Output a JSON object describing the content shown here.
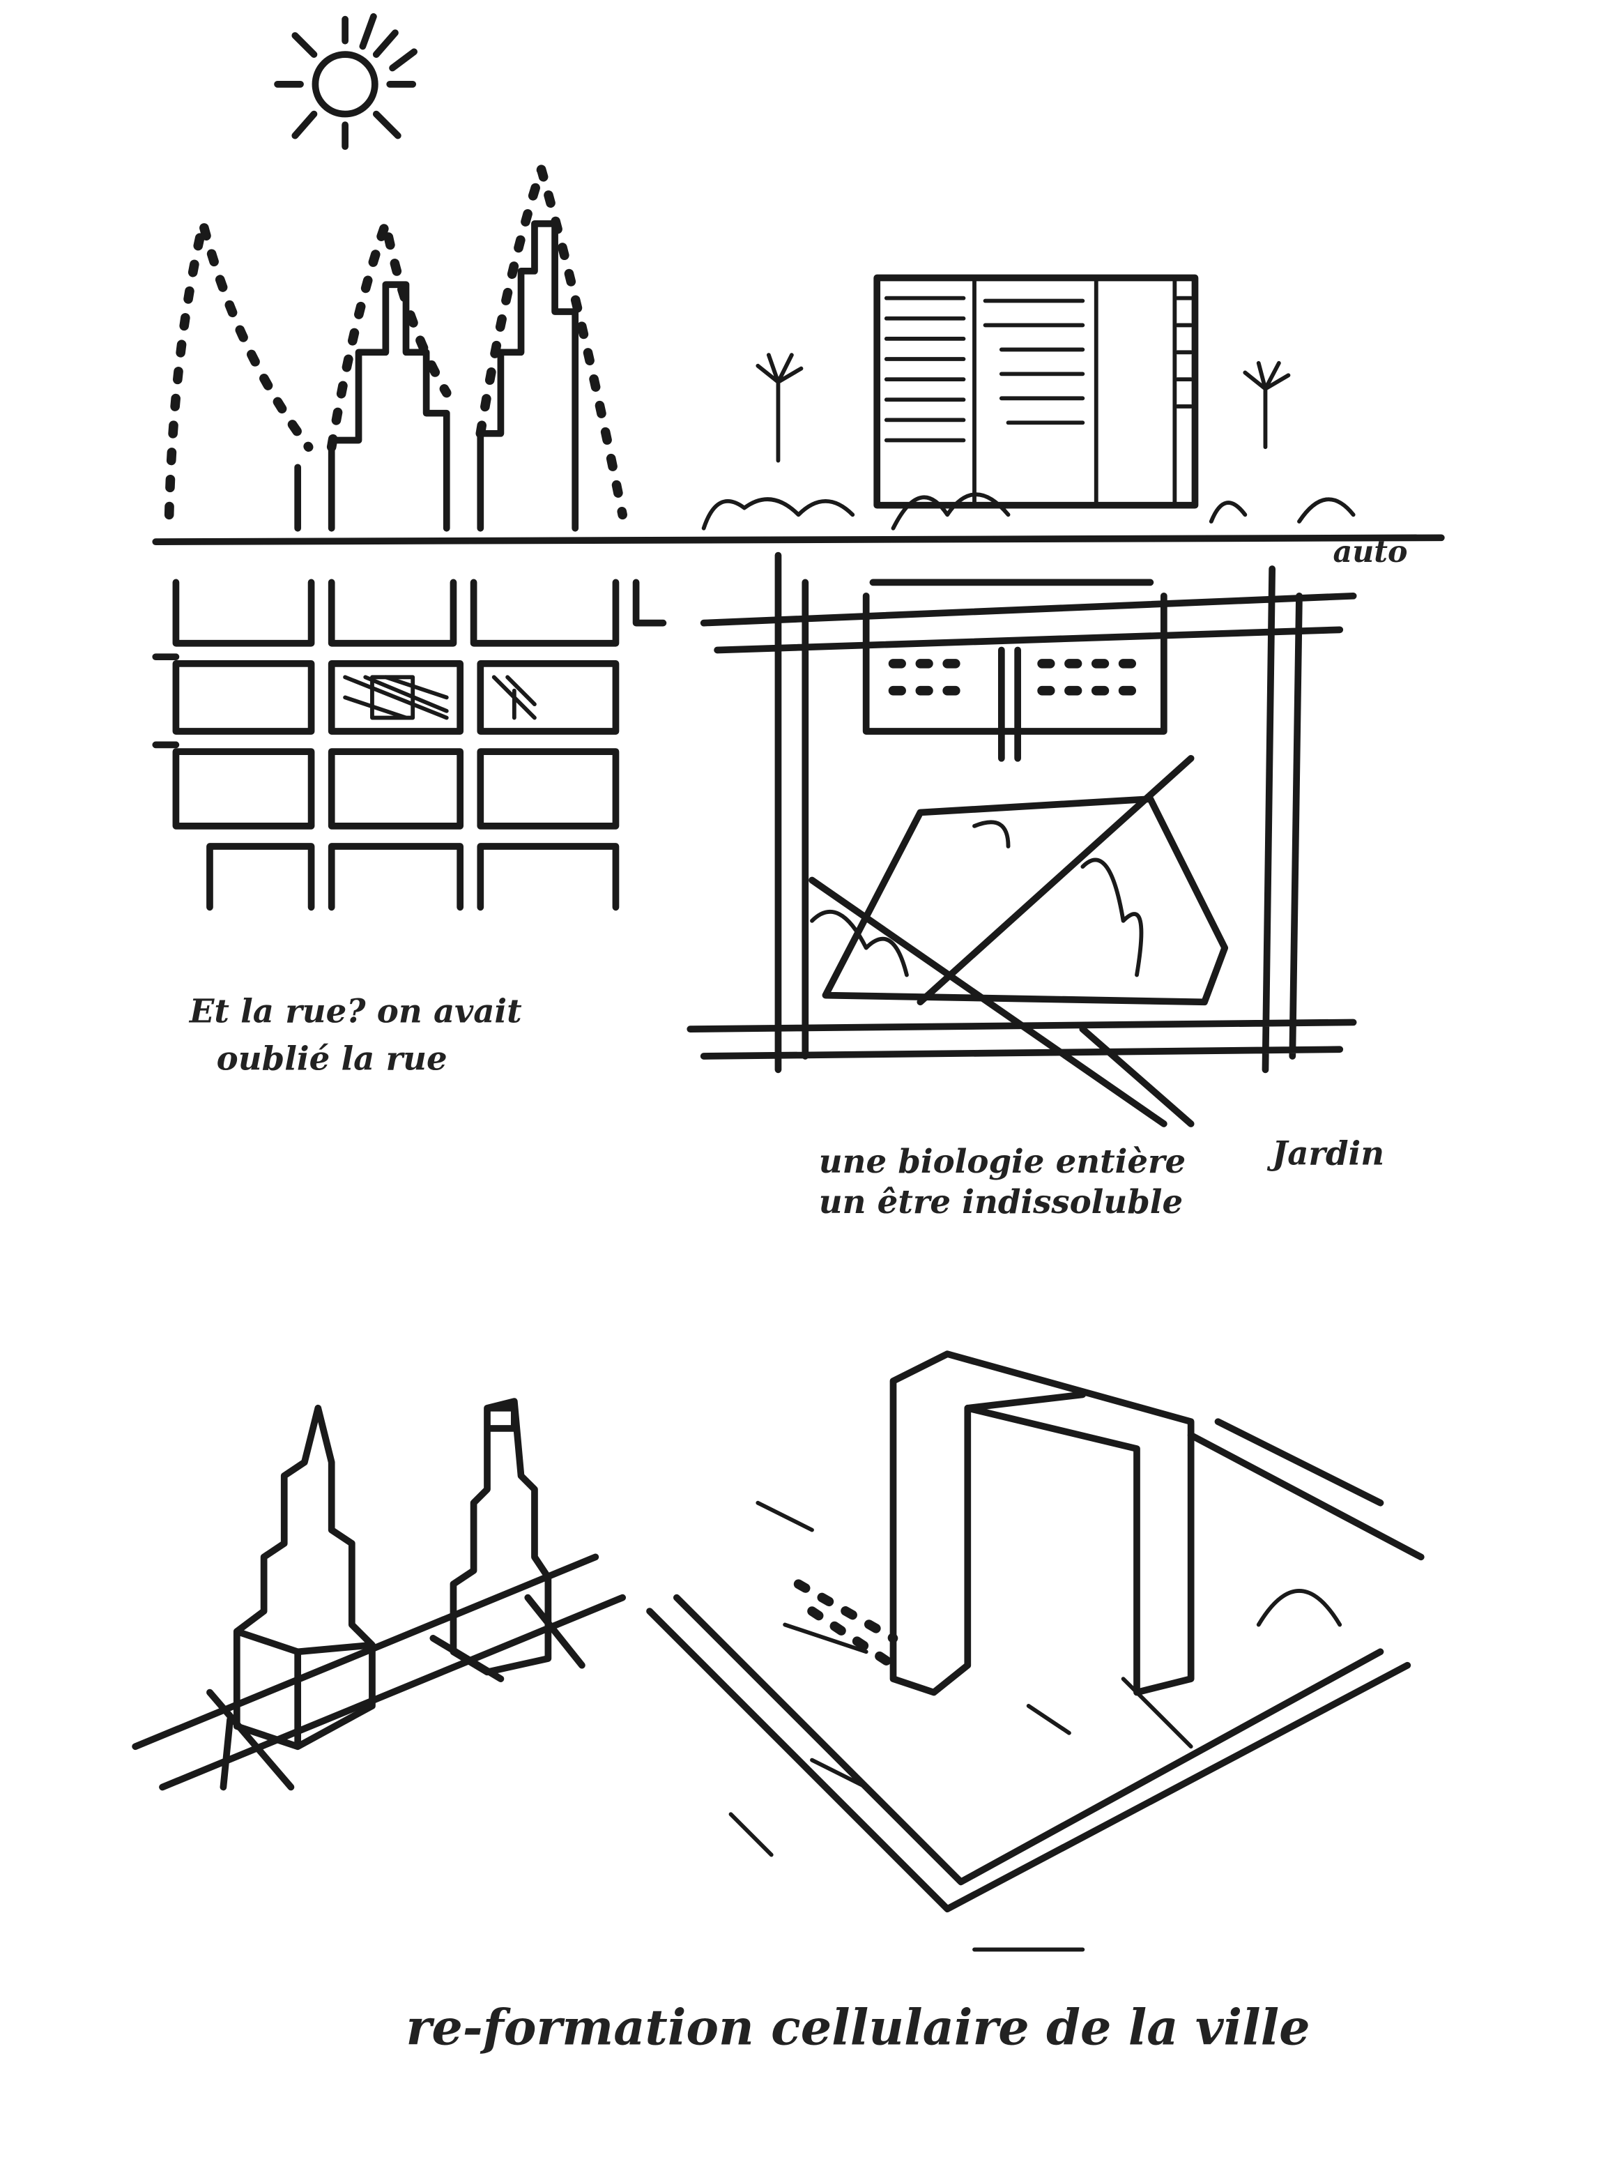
{
  "annotations": {
    "street_question": [
      "Et la rue? on avait",
      "oublié la rue"
    ],
    "biology": [
      "une biologie entière",
      "un être indissoluble"
    ],
    "caption": "re-formation cellulaire de la ville",
    "top_right_note": "auto",
    "right_note": "Jardin"
  },
  "colors": {
    "ink": "#1a1a1a",
    "paper": "#ffffff"
  }
}
